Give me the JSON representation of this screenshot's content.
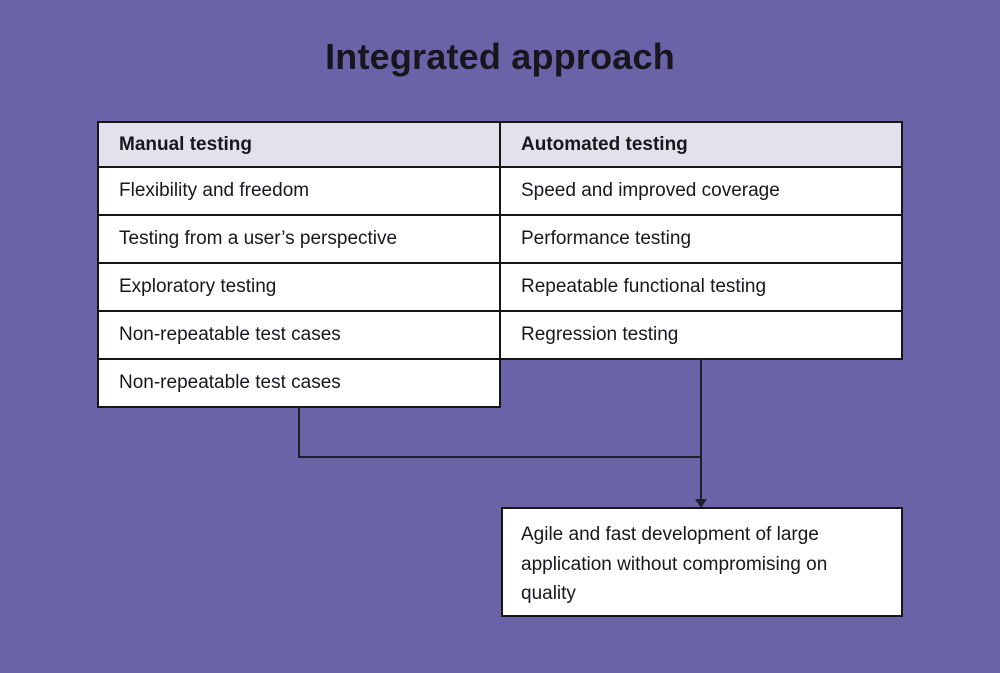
{
  "title": "Integrated approach",
  "colors": {
    "background": "#6A63A7",
    "header_bg": "#E2E1EC",
    "cell_bg": "#FFFFFF",
    "border": "#161616",
    "connector": "#1E1E2B",
    "text": "#17171D"
  },
  "table": {
    "columns": [
      {
        "header": "Manual testing",
        "rows": [
          "Flexibility and freedom",
          "Testing from a user’s perspective",
          "Exploratory testing",
          "Non-repeatable test cases",
          "Non-repeatable test cases"
        ]
      },
      {
        "header": "Automated testing",
        "rows": [
          "Speed and improved coverage",
          "Performance testing",
          "Repeatable functional testing",
          "Regression testing"
        ]
      }
    ]
  },
  "result_box": {
    "text": "Agile and fast development of large application without compromising on quality"
  }
}
